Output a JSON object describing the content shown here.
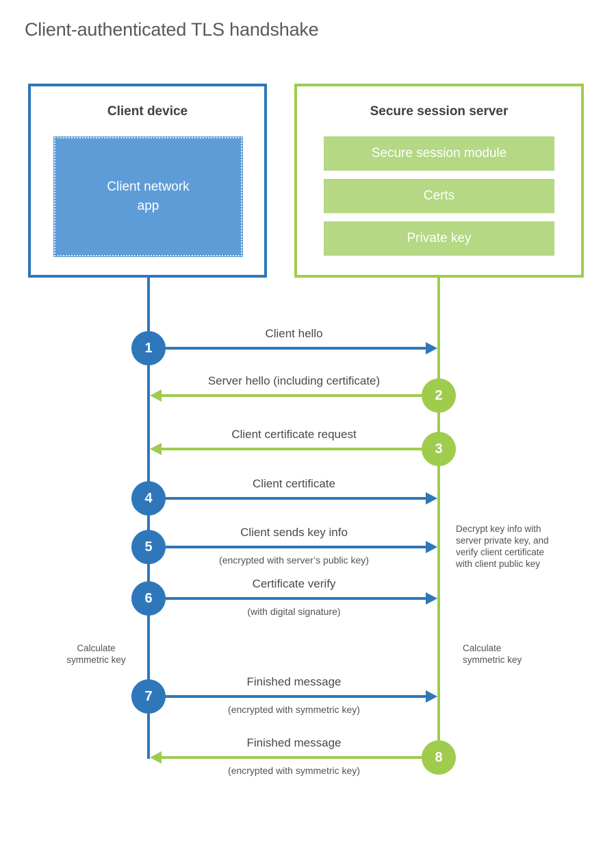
{
  "title": "Client-authenticated TLS handshake",
  "client_box": {
    "title": "Client device",
    "app": {
      "line1": "Client network",
      "line2": "app"
    }
  },
  "server_box": {
    "title": "Secure session server",
    "modules": [
      "Secure session module",
      "Certs",
      "Private key"
    ]
  },
  "steps": [
    {
      "num": "1",
      "label": "Client hello",
      "sublabel": "",
      "from": "client",
      "to": "server"
    },
    {
      "num": "2",
      "label": "Server hello (including certificate)",
      "sublabel": "",
      "from": "server",
      "to": "client"
    },
    {
      "num": "3",
      "label": "Client certificate request",
      "sublabel": "",
      "from": "server",
      "to": "client"
    },
    {
      "num": "4",
      "label": "Client certificate",
      "sublabel": "",
      "from": "client",
      "to": "server"
    },
    {
      "num": "5",
      "label": "Client sends key info",
      "sublabel": "(encrypted with server’s public key)",
      "from": "client",
      "to": "server"
    },
    {
      "num": "6",
      "label": "Certificate verify",
      "sublabel": "(with digital signature)",
      "from": "client",
      "to": "server"
    },
    {
      "num": "7",
      "label": "Finished message",
      "sublabel": "(encrypted with symmetric key)",
      "from": "client",
      "to": "server"
    },
    {
      "num": "8",
      "label": "Finished message",
      "sublabel": "(encrypted with symmetric key)",
      "from": "server",
      "to": "client"
    }
  ],
  "notes": {
    "decrypt": {
      "line1": "Decrypt key info with",
      "line2": "server private key, and",
      "line3": "verify client certificate",
      "line4": "with client public key"
    },
    "calc_left": {
      "line1": "Calculate",
      "line2": "symmetric key"
    },
    "calc_right": {
      "line1": "Calculate",
      "line2": "symmetric key"
    }
  },
  "colors": {
    "blue_line": "#2e77bb",
    "blue_fill": "#5e9cd8",
    "green_line": "#9fcc4d",
    "green_fill": "#b4d883",
    "title_text": "#58595b",
    "label_text": "#48494b"
  }
}
